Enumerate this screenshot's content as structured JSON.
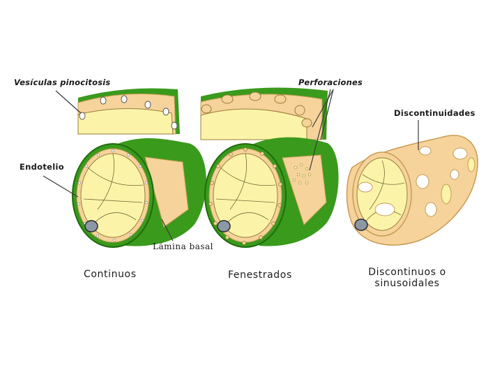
{
  "labels": {
    "vesiculas": "Vesículas pinocitosis",
    "perforaciones": "Perforaciones",
    "discontinuidades": "Discontinuidades",
    "endotelio": "Endotelio",
    "lamina_basal": "Lámina basal"
  },
  "captions": {
    "continuos": "Continuos",
    "fenestrados": "Fenestrados",
    "discontinuos_line1": "Discontinuos o",
    "discontinuos_line2": "sinusoidales"
  },
  "colors": {
    "green_outer": "#3a9a1c",
    "green_dark": "#1f6b0d",
    "tan": "#f5d39a",
    "tan_edge": "#c89b55",
    "lumen": "#fbf4a8",
    "nucleus": "#8d98a6"
  }
}
